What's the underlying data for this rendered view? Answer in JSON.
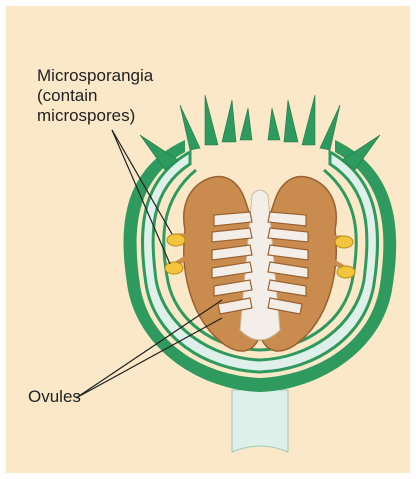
{
  "labels": {
    "microsporangia": "Microsporangia\n(contain\nmicrospores)",
    "ovules": "Ovules"
  },
  "colors": {
    "background": "#fbe8c8",
    "bract_green": "#2e9a5e",
    "bract_light": "#dff0ea",
    "receptacle_tan": "#c98c4e",
    "microsporangia_yellow": "#f2c53d",
    "ovule_white": "#f3efe8"
  },
  "icons": [
    "flower-longitudinal-section"
  ]
}
